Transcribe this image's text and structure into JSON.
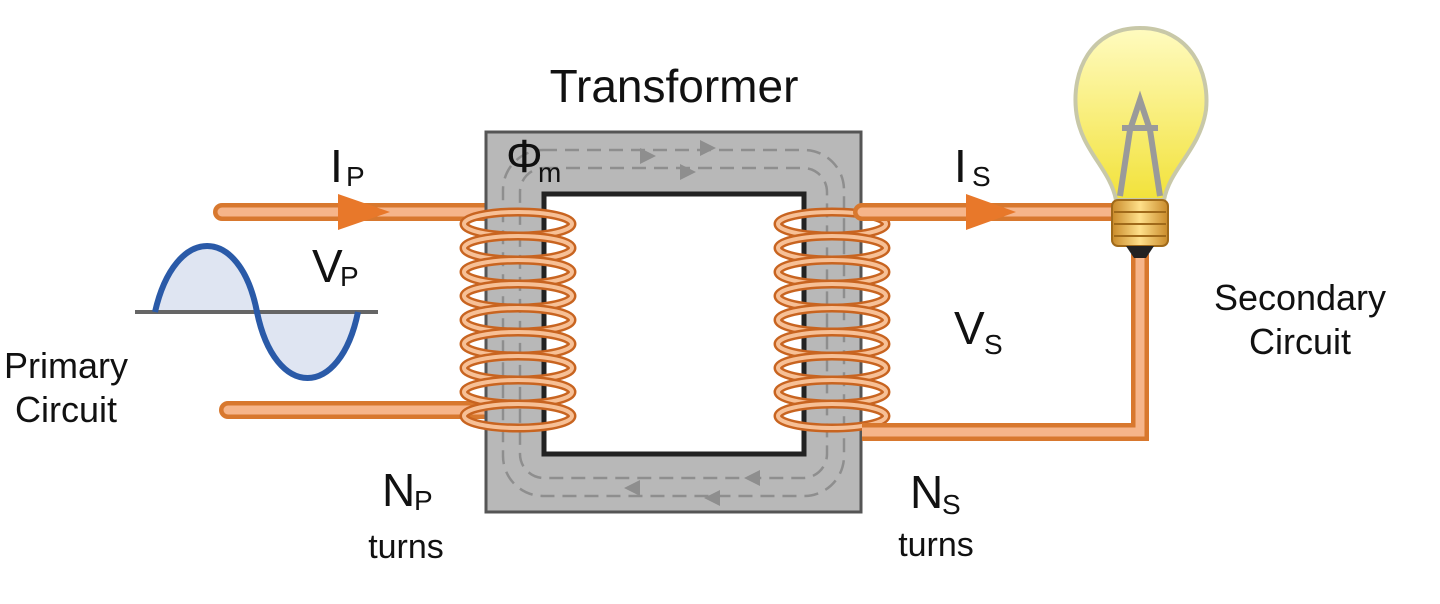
{
  "title": "Transformer",
  "flux_symbol": "Φ",
  "flux_sub": "m",
  "primary": {
    "label_line1": "Primary",
    "label_line2": "Circuit",
    "current_symbol": "I",
    "current_sub": "P",
    "voltage_symbol": "V",
    "voltage_sub": "P",
    "turns_symbol": "N",
    "turns_sub": "P",
    "turns_word": "turns"
  },
  "secondary": {
    "label_line1": "Secondary",
    "label_line2": "Circuit",
    "current_symbol": "I",
    "current_sub": "S",
    "voltage_symbol": "V",
    "voltage_sub": "S",
    "turns_symbol": "N",
    "turns_sub": "S",
    "turns_word": "turns"
  },
  "colors": {
    "wire": "#f0a060",
    "coil": "#e8782a",
    "core": "#b4b4b4",
    "wave": "#2a5aa8",
    "bulb": "#fff36a"
  }
}
